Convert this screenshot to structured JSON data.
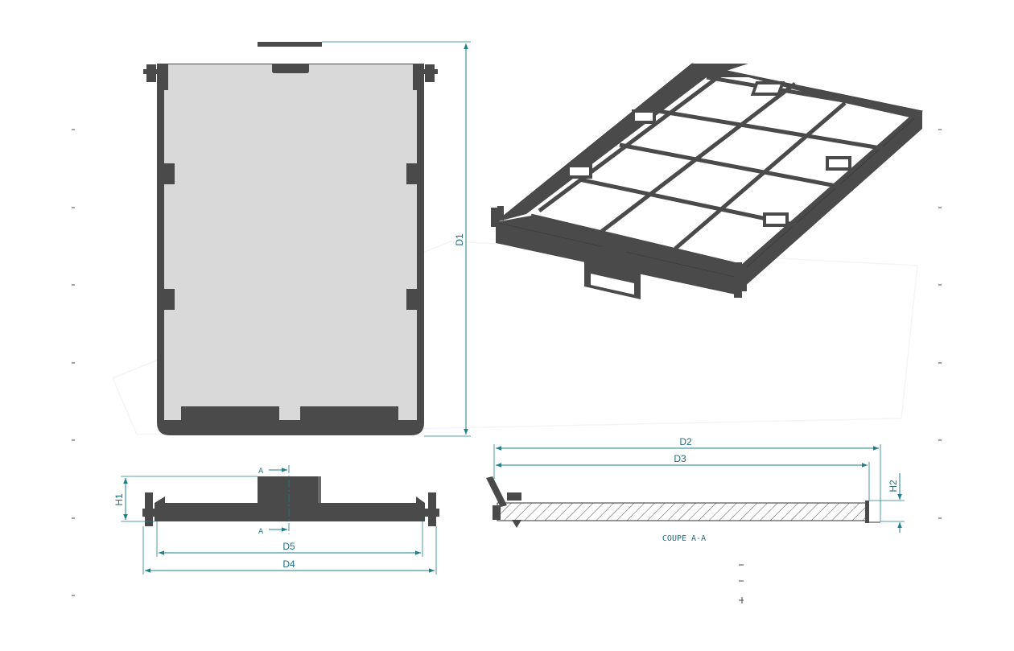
{
  "dimensions": {
    "d1": "D1",
    "d2": "D2",
    "d3": "D3",
    "d4": "D4",
    "d5": "D5",
    "h1": "H1",
    "h2": "H2"
  },
  "section": {
    "cut_label": "A",
    "caption": "COUPE A-A"
  },
  "colors": {
    "frame": "#4a4a4a",
    "panel": "#d9d9d9",
    "dimension": "#1f7f8c"
  }
}
